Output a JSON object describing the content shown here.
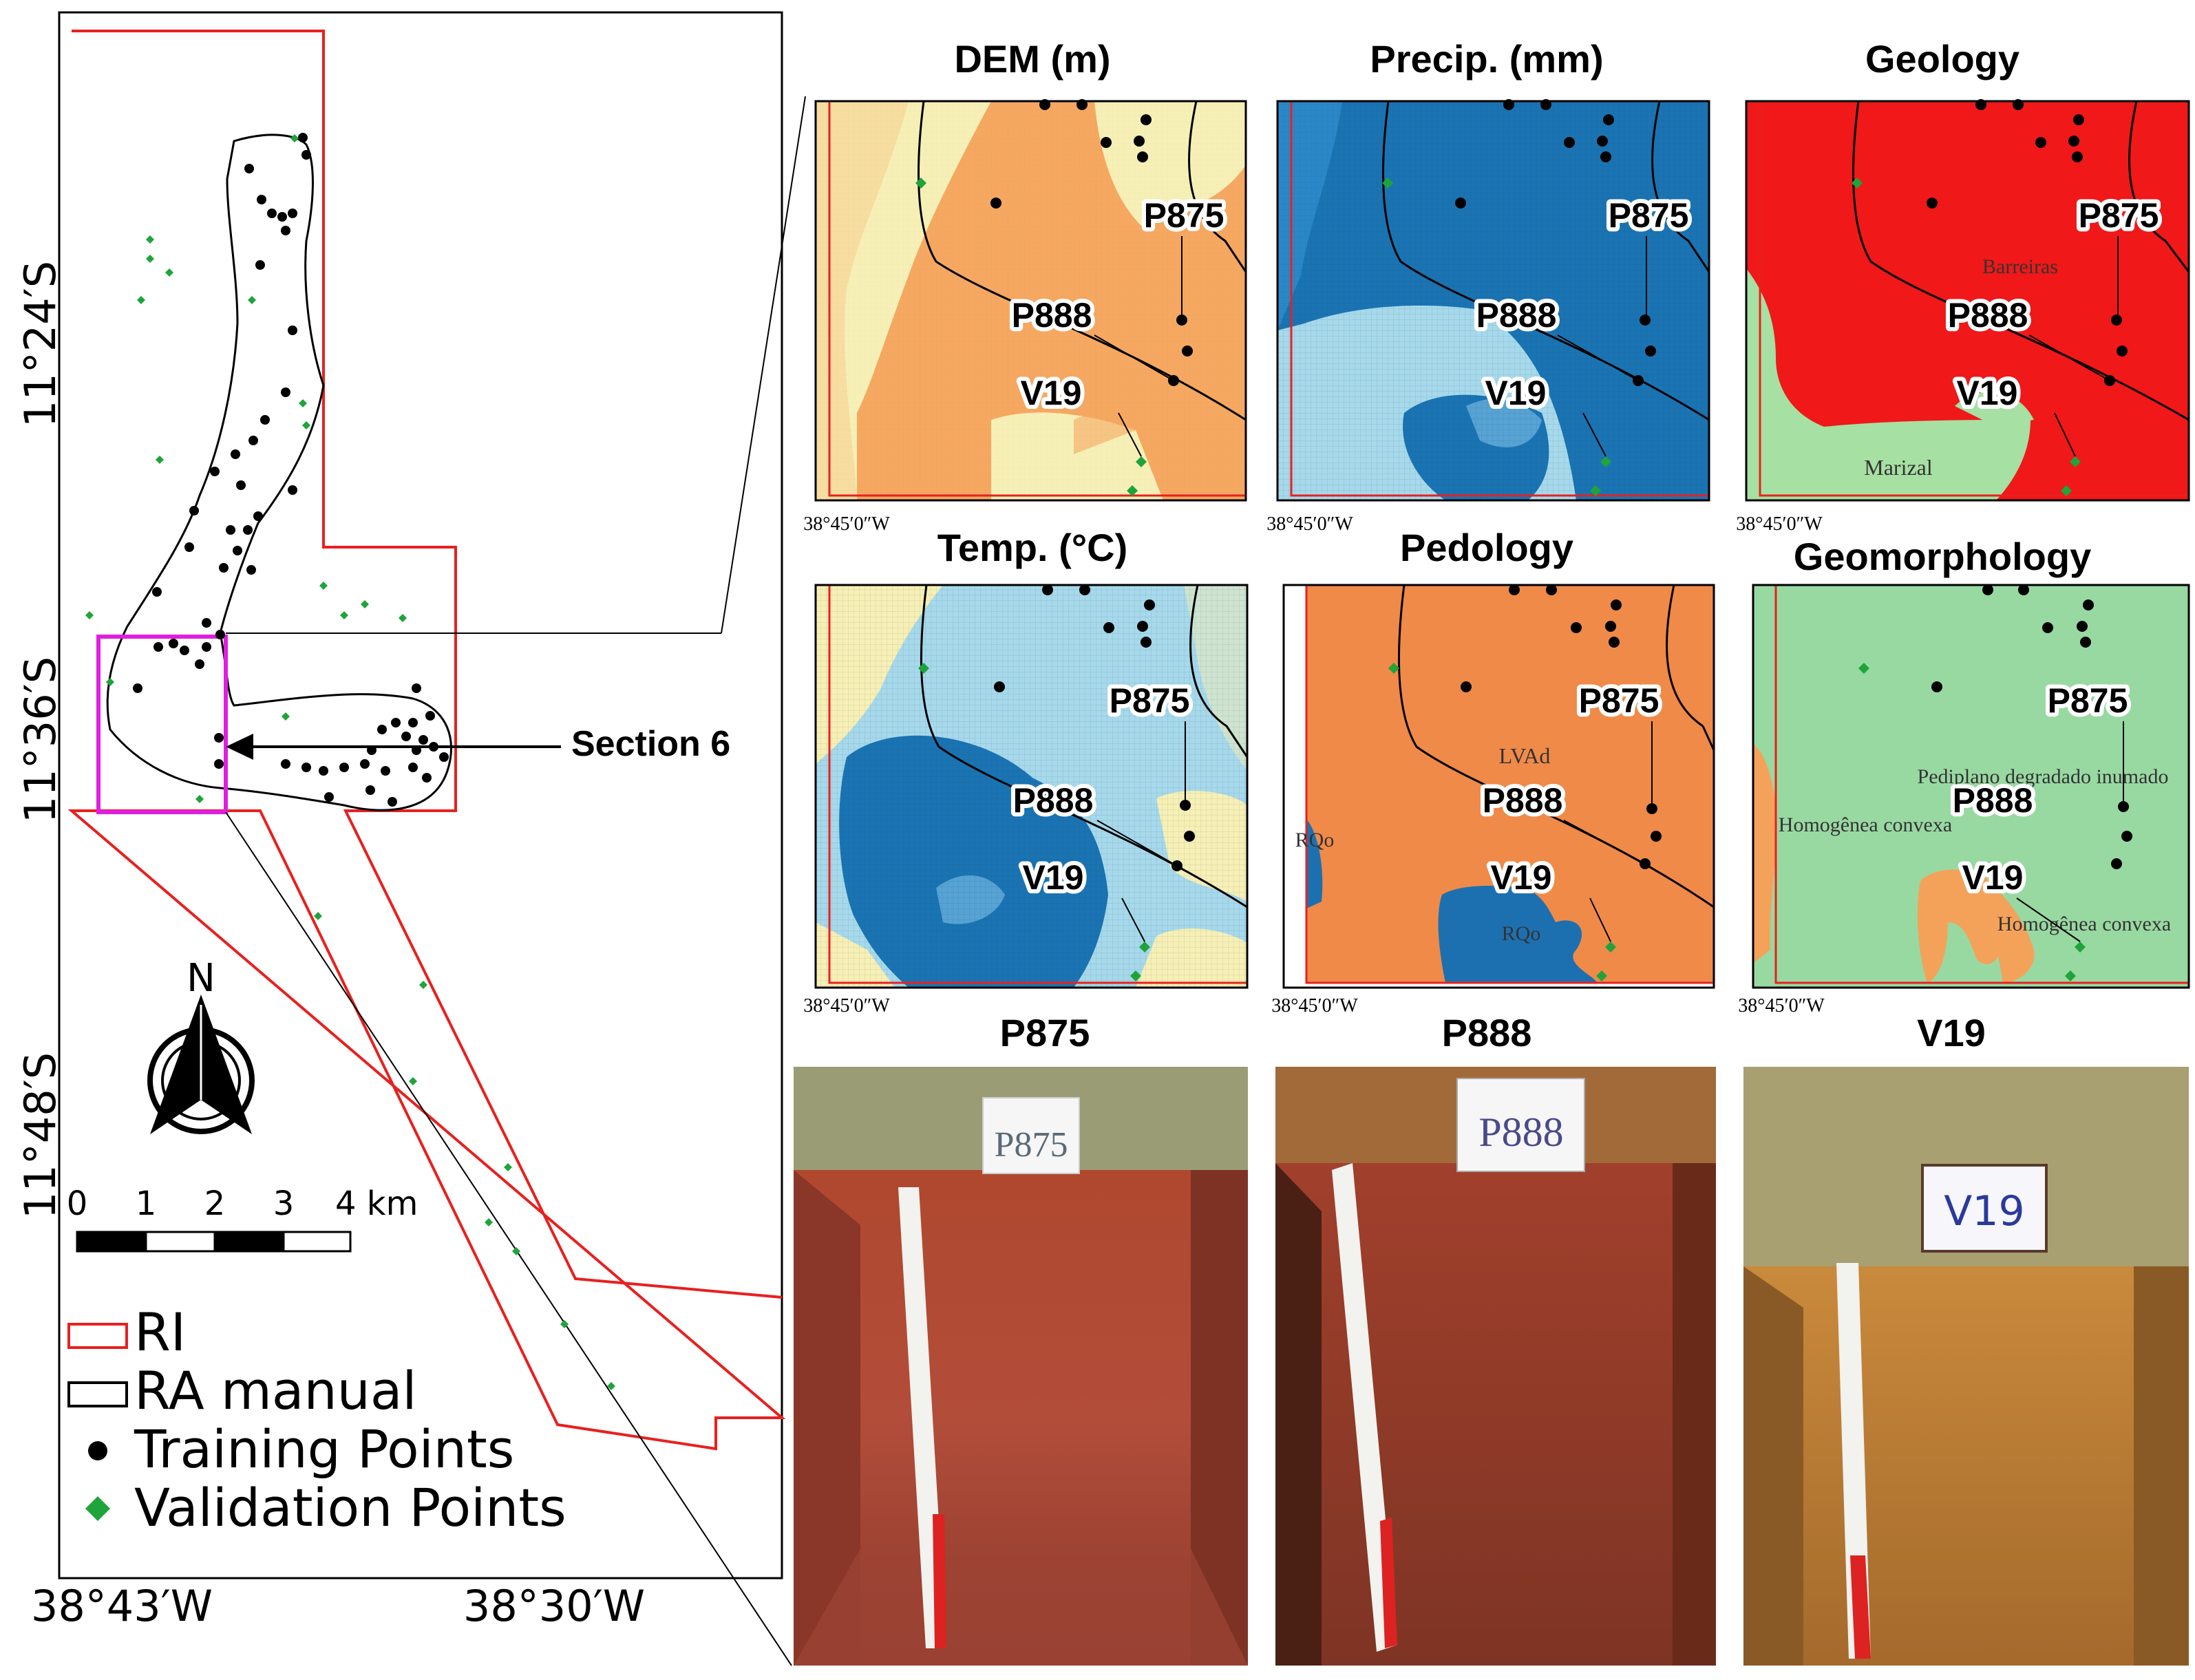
{
  "overview_map": {
    "lat_labels": [
      "11°24′S",
      "11°36′S",
      "11°48′S"
    ],
    "lon_labels": [
      "38°43′W",
      "38°30′W"
    ],
    "section_label": "Section 6",
    "north_label": "N",
    "scale_ticks": [
      "0",
      "1",
      "2",
      "3",
      "4 km"
    ],
    "legend": [
      {
        "symbol": "red-outline-box",
        "label": "RI"
      },
      {
        "symbol": "black-outline-box",
        "label": "RA manual"
      },
      {
        "symbol": "black-dot",
        "label": "Training Points"
      },
      {
        "symbol": "green-diamond",
        "label": "Validation Points"
      }
    ]
  },
  "panels": [
    {
      "title": "DEM (m)",
      "corner_label": "38°45′0″W",
      "points": [
        "P875",
        "P888",
        "V19"
      ],
      "classes": []
    },
    {
      "title": "Precip. (mm)",
      "corner_label": "38°45′0″W",
      "points": [
        "P875",
        "P888",
        "V19"
      ],
      "classes": []
    },
    {
      "title": "Geology",
      "corner_label": "38°45′0″W",
      "points": [
        "P875",
        "P888",
        "V19"
      ],
      "classes": [
        "Barreiras",
        "Marizal"
      ]
    },
    {
      "title": "Temp. (°C)",
      "corner_label": "38°45′0″W",
      "points": [
        "P875",
        "P888",
        "V19"
      ],
      "classes": []
    },
    {
      "title": "Pedology",
      "corner_label": "38°45′0″W",
      "points": [
        "P875",
        "P888",
        "V19"
      ],
      "classes": [
        "LVAd",
        "RQo",
        "RQo"
      ]
    },
    {
      "title": "Geomorphology",
      "corner_label": "38°45′0″W",
      "points": [
        "P875",
        "P888",
        "V19"
      ],
      "classes": [
        "Pediplano degradado inumado",
        "Homogênea convexa",
        "Homogênea convexa"
      ]
    }
  ],
  "photos": [
    {
      "title": "P875",
      "sign_text": "P875"
    },
    {
      "title": "P888",
      "sign_text": "P888"
    },
    {
      "title": "V19",
      "sign_text": "V19"
    }
  ],
  "colors": {
    "ri_outline": "#e8201f",
    "highlight_box": "#e01ee0",
    "validation": "#1ea43a",
    "dem_orange": "#f6a861",
    "dem_yellow": "#f7f0b6",
    "precip_dark": "#1a74b3",
    "precip_light": "#a6d9eb",
    "geology_red": "#f01818",
    "geology_green": "#a6e0a2",
    "pedology_orange": "#f08a48",
    "pedology_blue": "#1d70b0",
    "geomorph_green": "#98d9a2",
    "geomorph_orange": "#f4a25a"
  }
}
